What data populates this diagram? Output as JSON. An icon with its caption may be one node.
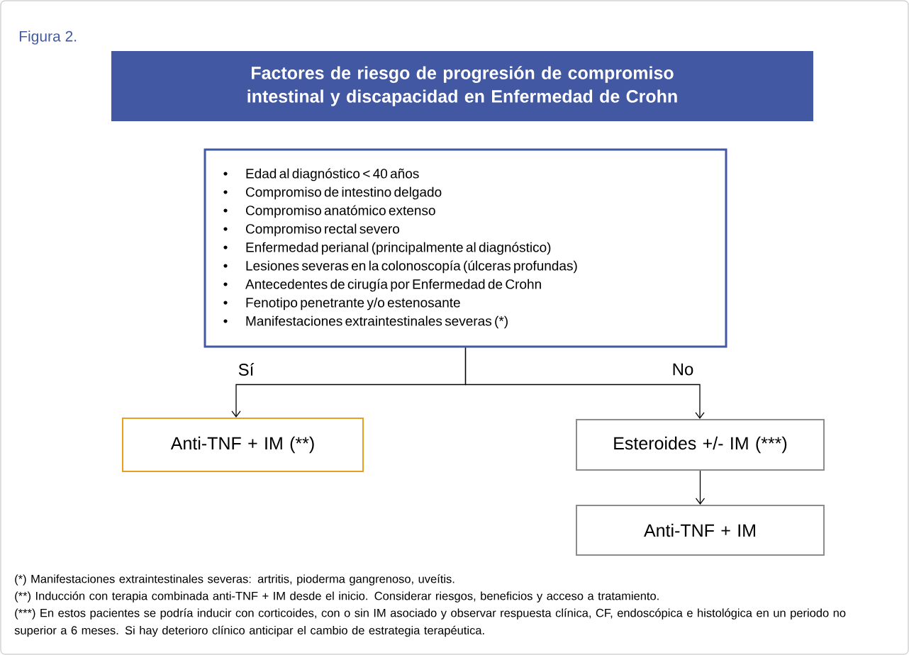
{
  "diagram": {
    "nodes": [
      {
        "text": [
          "Factores de riesgo de progresión de compromiso intestinal y discapacidad en Enfermedad de Crohn"
        ]
      },
      {
        "text": [
          "Edad al diagnóstico < 40 años",
          "Compromiso de intestino delgado",
          "Compromiso anatómico extenso",
          "Compromiso rectal severo",
          "Enfermedad perianal (principalmente al diagnóstico)",
          "Lesiones severas en la colonoscopía (úlceras profundas)",
          "Antecedentes de cirugía por Enfermedad de Crohn",
          "Fenotipo penetrante y/o estenosante",
          "Manifestaciones extraintestinales severas (*)"
        ]
      },
      {
        "text": [
          "Anti-TNF + IM (**)"
        ]
      },
      {
        "text": [
          "Esteroides +/- IM (***)"
        ]
      },
      {
        "text": [
          "Anti-TNF + IM"
        ]
      }
    ],
    "edges": [
      {
        "from": 1,
        "to": 2,
        "arrow": "to",
        "label": "Sí"
      },
      {
        "from": 1,
        "to": 3,
        "arrow": "to",
        "label": "No"
      },
      {
        "from": 3,
        "to": 4,
        "arrow": "to"
      }
    ],
    "labels": [
      "Figura 2.",
      "(*) Manifestaciones extraintestinales severas: artritis, pioderma gangrenoso, uveítis.",
      "(**) Inducción con terapia combinada anti-TNF + IM desde el inicio. Considerar riesgos, beneficios y acceso a tratamiento.",
      "(***) En estos pacientes se podría inducir con corticoides, con o sin IM asociado y observar respuesta clínica, CF, endoscópica e histológica en un periodo no superior a 6 meses. Si hay deterioro clínico anticipar el cambio de estrategia terapéutica."
    ]
  }
}
